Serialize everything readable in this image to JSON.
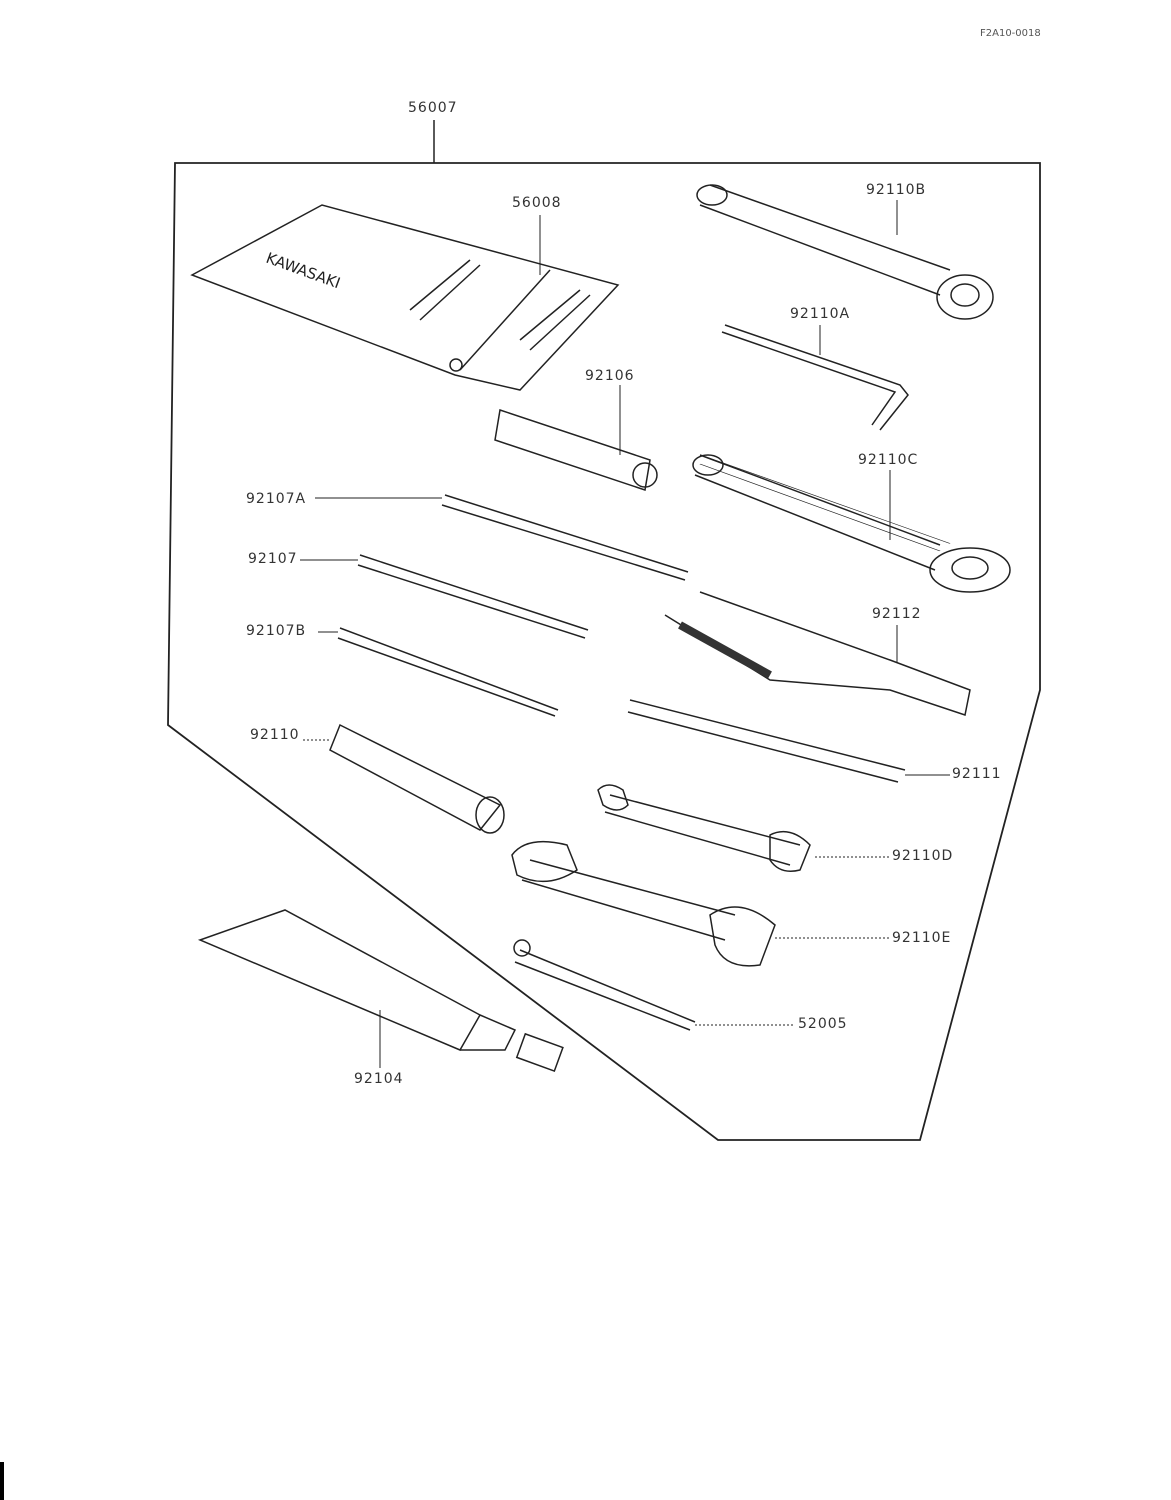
{
  "header": {
    "code": "F2A10-0018"
  },
  "diagram": {
    "title_part": "56007",
    "brand": "KAWASAKI",
    "parts": {
      "p56008": "56008",
      "p92110B": "92110B",
      "p92110A": "92110A",
      "p92106": "92106",
      "p92110C": "92110C",
      "p92107A": "92107A",
      "p92107": "92107",
      "p92107B": "92107B",
      "p92112": "92112",
      "p92110": "92110",
      "p92111": "92111",
      "p92110D": "92110D",
      "p92110E": "92110E",
      "p52005": "52005",
      "p92104": "92104"
    }
  }
}
